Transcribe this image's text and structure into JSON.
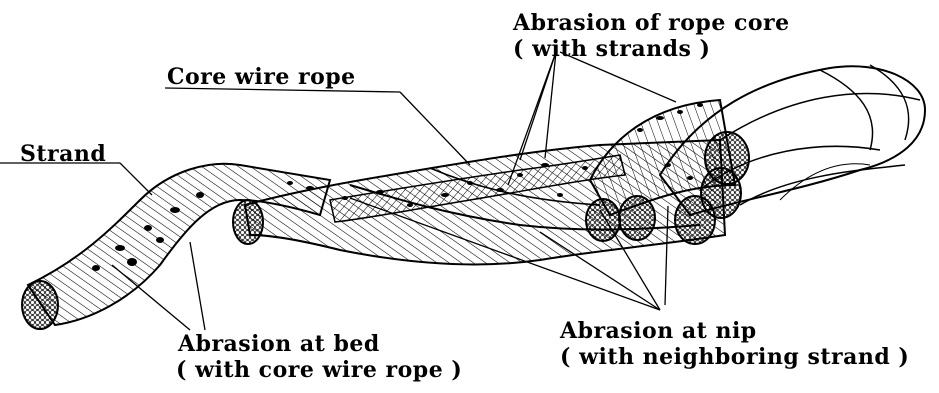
{
  "labels": {
    "rope_core_abrasion": "Abrasion of rope core",
    "rope_core_abrasion_sub": "( with strands )",
    "core_wire_rope": "Core wire rope",
    "strand": "Strand",
    "bed_abrasion": "Abrasion at bed",
    "bed_abrasion_sub": "( with core wire rope )",
    "nip_abrasion": "Abrasion at nip",
    "nip_abrasion_sub": "( with neighboring strand )"
  }
}
